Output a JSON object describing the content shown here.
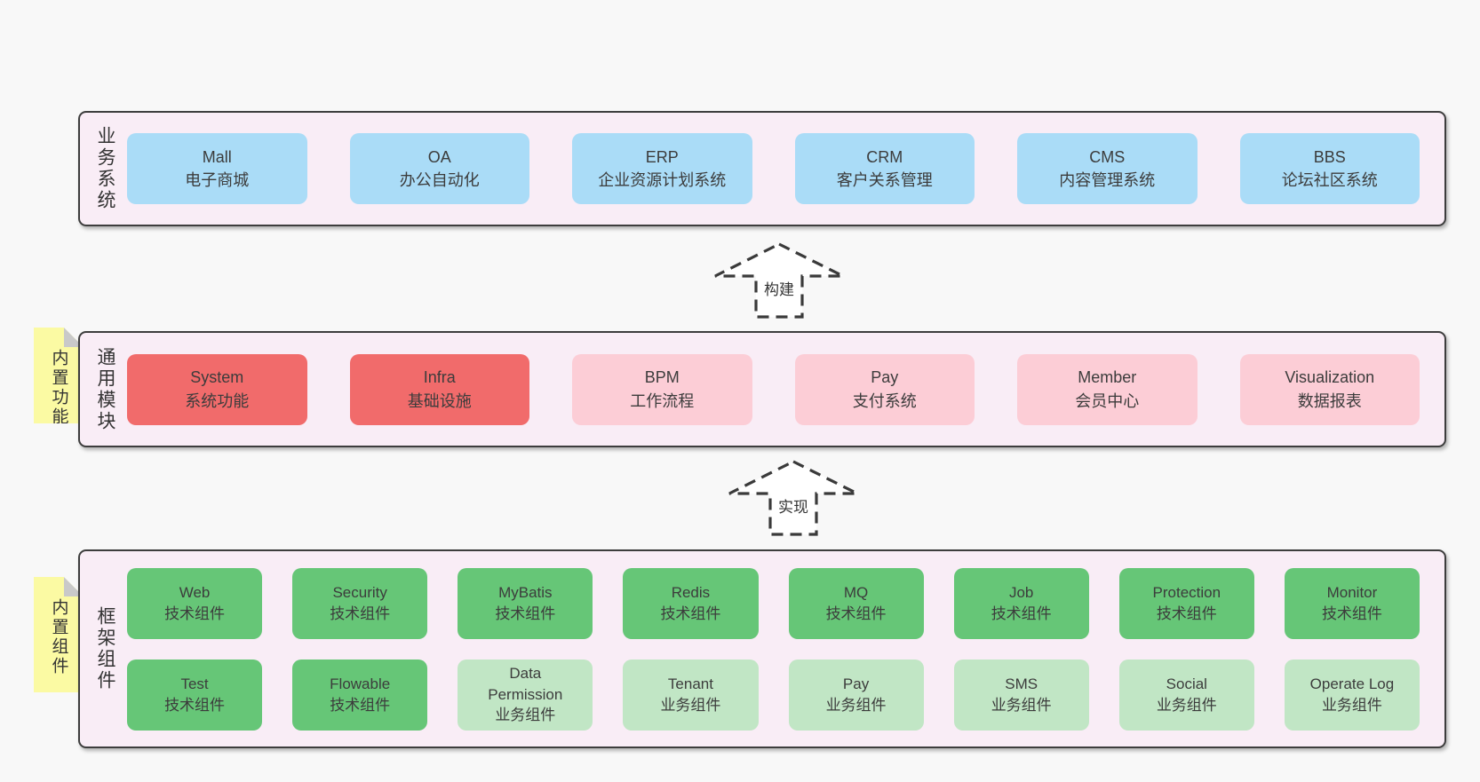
{
  "colors": {
    "page_bg": "#f8f8f8",
    "panel_bg": "#f9edf6",
    "panel_border": "#3d3d3d",
    "box_blue": "#aadcf7",
    "box_red": "#f16b6b",
    "box_pink": "#fccdd6",
    "box_green_dark": "#66c677",
    "box_green_light": "#c1e6c5",
    "sticky_yellow": "#fbfaa3",
    "sticky_fold_gray": "#c9c9c9",
    "text": "#3c3c3c"
  },
  "business": {
    "title": "业务系统",
    "boxes": [
      {
        "name": "Mall",
        "desc": "电子商城"
      },
      {
        "name": "OA",
        "desc": "办公自动化"
      },
      {
        "name": "ERP",
        "desc": "企业资源计划系统"
      },
      {
        "name": "CRM",
        "desc": "客户关系管理"
      },
      {
        "name": "CMS",
        "desc": "内容管理系统"
      },
      {
        "name": "BBS",
        "desc": "论坛社区系统"
      }
    ]
  },
  "arrows": {
    "build": "构建",
    "implement": "实现"
  },
  "modules": {
    "title": "通用模块",
    "sticky": "内置功能",
    "boxes": [
      {
        "name": "System",
        "desc": "系统功能"
      },
      {
        "name": "Infra",
        "desc": "基础设施"
      },
      {
        "name": "BPM",
        "desc": "工作流程"
      },
      {
        "name": "Pay",
        "desc": "支付系统"
      },
      {
        "name": "Member",
        "desc": "会员中心"
      },
      {
        "name": "Visualization",
        "desc": "数据报表"
      }
    ]
  },
  "components": {
    "title": "框架组件",
    "sticky": "内置组件",
    "rows": [
      [
        {
          "name": "Web",
          "desc": "技术组件"
        },
        {
          "name": "Security",
          "desc": "技术组件"
        },
        {
          "name": "MyBatis",
          "desc": "技术组件"
        },
        {
          "name": "Redis",
          "desc": "技术组件"
        },
        {
          "name": "MQ",
          "desc": "技术组件"
        },
        {
          "name": "Job",
          "desc": "技术组件"
        },
        {
          "name": "Protection",
          "desc": "技术组件"
        },
        {
          "name": "Monitor",
          "desc": "技术组件"
        }
      ],
      [
        {
          "name": "Test",
          "desc": "技术组件"
        },
        {
          "name": "Flowable",
          "desc": "技术组件"
        },
        {
          "name": "Data Permission",
          "desc": "业务组件"
        },
        {
          "name": "Tenant",
          "desc": "业务组件"
        },
        {
          "name": "Pay",
          "desc": "业务组件"
        },
        {
          "name": "SMS",
          "desc": "业务组件"
        },
        {
          "name": "Social",
          "desc": "业务组件"
        },
        {
          "name": "Operate Log",
          "desc": "业务组件"
        }
      ]
    ]
  }
}
